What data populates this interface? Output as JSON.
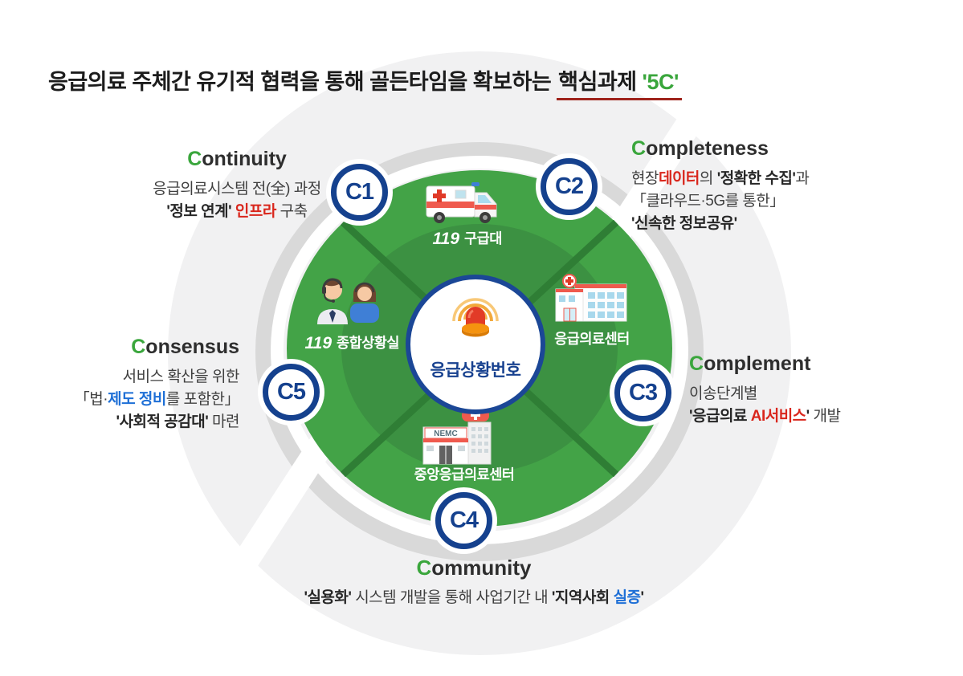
{
  "title": {
    "prefix": "응급의료 주체간 유기적 협력을 통해 골든타임을 확보하는 ",
    "underlined": "핵심과제 ",
    "highlight": "'5C'"
  },
  "annotations": {
    "c1": {
      "initial": "C",
      "rest": "ontinuity",
      "line1": "응급의료시스템 전(全) 과정",
      "line2a": "'정보 연계'",
      "line2b": " 인프라",
      "line2c": " 구축"
    },
    "c2": {
      "initial": "C",
      "rest": "ompleteness",
      "line1a": "현장",
      "line1b": "데이터",
      "line1c": "의 ",
      "line1d": "'정확한 수집'",
      "line1e": "과",
      "line2": "「클라우드·5G를 통한」",
      "line3": "'신속한 정보공유'"
    },
    "c3": {
      "initial": "C",
      "rest": "omplement",
      "line1": "이송단계별",
      "line2a": "'응급의료 ",
      "line2b": "AI서비스",
      "line2c": "'",
      "line2d": " 개발"
    },
    "c4": {
      "initial": "C",
      "rest": "ommunity",
      "line1a": "'실용화'",
      "line1b": " 시스템 개발을 통해 사업기간 내 ",
      "line1c": "'지역사회 ",
      "line1d": "실증",
      "line1e": "'"
    },
    "c5": {
      "initial": "C",
      "rest": "onsensus",
      "line1": "서비스 확산을 위한",
      "line2a": "「법·",
      "line2b": "제도 정비",
      "line2c": "를 포함한」",
      "line3a": "'사회적 공감대'",
      "line3b": " 마련"
    }
  },
  "badges": {
    "c1": "C1",
    "c2": "C2",
    "c3": "C3",
    "c4": "C4",
    "c5": "C5"
  },
  "diagram": {
    "center_label": "응급상황번호",
    "top": {
      "num": "119",
      "label": "구급대"
    },
    "left": {
      "num": "119",
      "label": "종합상황실"
    },
    "right": {
      "label": "응급의료센터"
    },
    "bottom": {
      "label": "중앙응급의료센터",
      "sign": "NEMC"
    }
  },
  "colors": {
    "accent_green": "#3aa63c",
    "accent_red": "#d9261c",
    "accent_blue": "#1e6fd6",
    "navy": "#15418e",
    "ring_gray": "#d9d9d9",
    "disc_green": "#43a347",
    "disc_green_dark": "#3c9142",
    "divider_green": "#2f7e35",
    "underline_red": "#9e231b"
  }
}
